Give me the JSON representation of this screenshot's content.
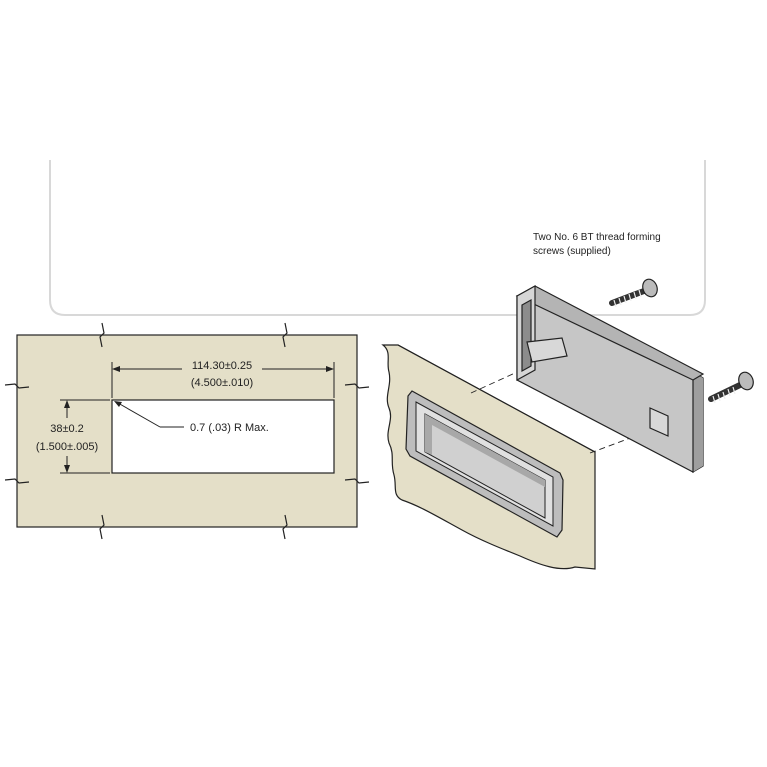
{
  "cutout": {
    "width_mm": "114.30±0.25",
    "width_in": "(4.500±.010)",
    "height_mm": "38±0.2",
    "height_in": "(1.500±.005)",
    "radius": "0.7 (.03) R Max."
  },
  "screws_note": {
    "line1": "Two No. 6 BT thread forming",
    "line2": "screws (supplied)"
  },
  "colors": {
    "panel": "#e4dfc8",
    "housing": "#c2c2c2",
    "housing_dark": "#9c9c9c",
    "line": "#222222"
  }
}
